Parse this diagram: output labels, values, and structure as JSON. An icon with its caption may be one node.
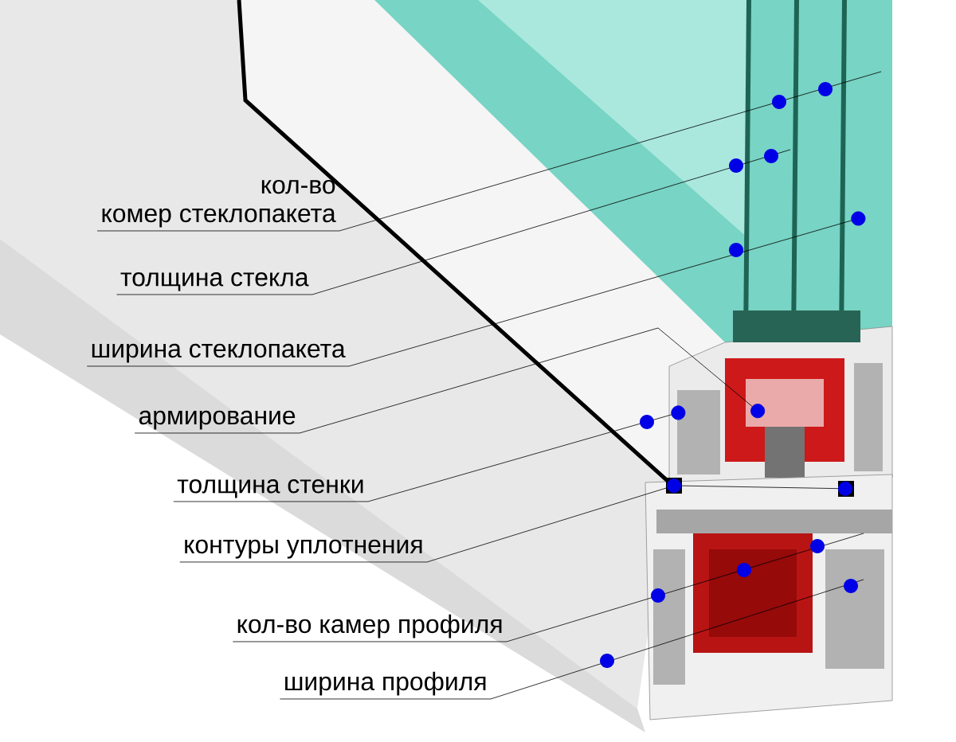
{
  "diagram": {
    "nodes": [
      {
        "text": [
          "кол-во",
          "комер стеклопакета"
        ]
      },
      {
        "text": [
          "толщина стекла"
        ]
      },
      {
        "text": [
          "ширина стеклопакета"
        ]
      },
      {
        "text": [
          "армирование"
        ]
      },
      {
        "text": [
          "толщина стенки"
        ]
      },
      {
        "text": [
          "контуры уплотнения"
        ]
      },
      {
        "text": [
          "кол-во камер профиля"
        ]
      },
      {
        "text": [
          "ширина профиля"
        ]
      }
    ],
    "edges": [
      {
        "from": 0,
        "to": null,
        "arrow": "none"
      },
      {
        "from": 1,
        "to": null,
        "arrow": "none"
      },
      {
        "from": 2,
        "to": null,
        "arrow": "other"
      },
      {
        "from": 3,
        "to": null,
        "arrow": "other"
      },
      {
        "from": 4,
        "to": null,
        "arrow": "other"
      },
      {
        "from": 5,
        "to": null,
        "arrow": "other"
      },
      {
        "from": 6,
        "to": null,
        "arrow": "none"
      },
      {
        "from": 7,
        "to": null,
        "arrow": "none"
      }
    ]
  }
}
